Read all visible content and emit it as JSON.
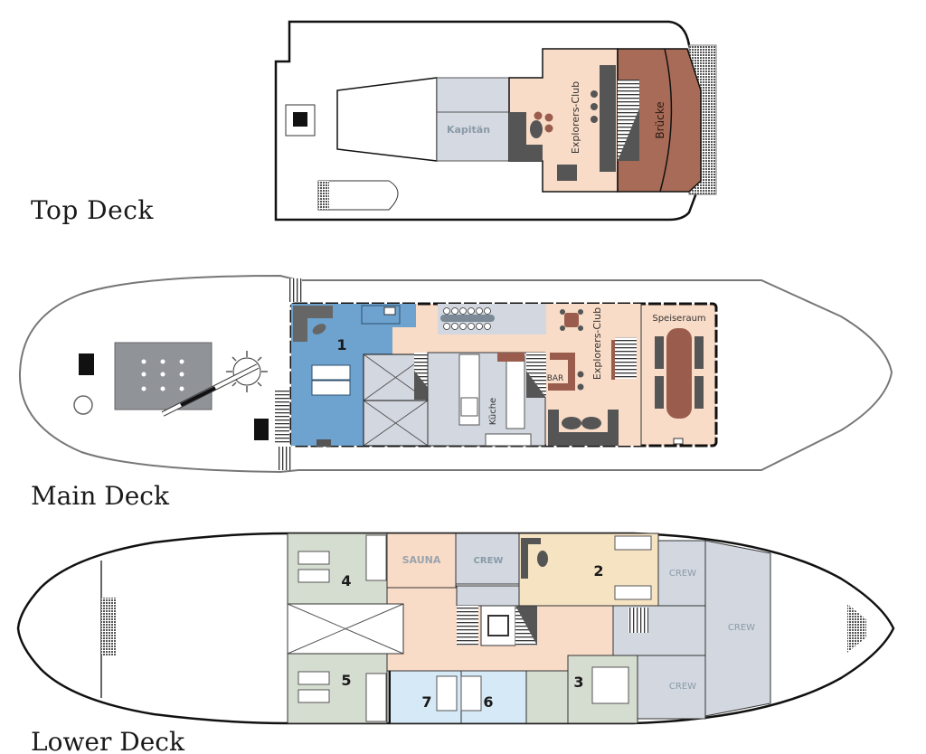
{
  "decks": [
    {
      "id": "top",
      "title": "Top Deck",
      "rooms": {
        "captain": "Kapitän",
        "explorers_club": "Explorers-Club",
        "bridge": "Brücke"
      }
    },
    {
      "id": "main",
      "title": "Main Deck",
      "rooms": {
        "cabin_1": "1",
        "kitchen": "Küche",
        "bar": "BAR",
        "explorers_club": "Explorers-Club",
        "dining": "Speiseraum"
      }
    },
    {
      "id": "lower",
      "title": "Lower Deck",
      "rooms": {
        "cabin_4": "4",
        "cabin_5": "5",
        "cabin_7": "7",
        "cabin_6": "6",
        "cabin_3": "3",
        "cabin_2": "2",
        "sauna": "SAUNA",
        "crew_1": "CREW",
        "crew_2": "CREW",
        "crew_3": "CREW",
        "crew_4": "CREW"
      }
    }
  ],
  "colors": {
    "cabin_blue": "#6fa3cf",
    "corridor_peach": "#f9dcc8",
    "service_grey": "#d3d8e0",
    "bridge_brown": "#a86b57",
    "cabin_green": "#d5dcd0",
    "cabin_yellow": "#f6e3c2",
    "cabin_lightblue": "#d6e9f6",
    "furniture_dark": "#5f5f5f",
    "furniture_brown": "#9a5d4d",
    "crew_label": "#8a9aa8"
  }
}
